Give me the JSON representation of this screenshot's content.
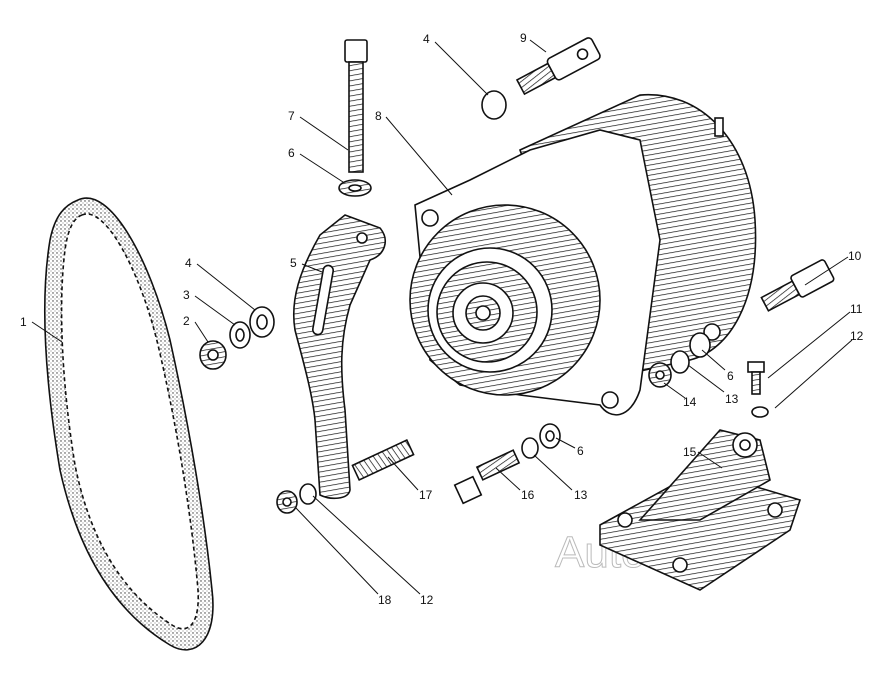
{
  "diagram": {
    "watermark": "AutoSoft",
    "callouts": [
      {
        "id": "c1",
        "label": "1"
      },
      {
        "id": "c2",
        "label": "2"
      },
      {
        "id": "c3",
        "label": "3"
      },
      {
        "id": "c4a",
        "label": "4"
      },
      {
        "id": "c4b",
        "label": "4"
      },
      {
        "id": "c5",
        "label": "5"
      },
      {
        "id": "c6a",
        "label": "6"
      },
      {
        "id": "c6b",
        "label": "6"
      },
      {
        "id": "c6c",
        "label": "6"
      },
      {
        "id": "c7",
        "label": "7"
      },
      {
        "id": "c8",
        "label": "8"
      },
      {
        "id": "c9",
        "label": "9"
      },
      {
        "id": "c10",
        "label": "10"
      },
      {
        "id": "c11",
        "label": "11"
      },
      {
        "id": "c12a",
        "label": "12"
      },
      {
        "id": "c12b",
        "label": "12"
      },
      {
        "id": "c13a",
        "label": "13"
      },
      {
        "id": "c13b",
        "label": "13"
      },
      {
        "id": "c14",
        "label": "14"
      },
      {
        "id": "c15",
        "label": "15"
      },
      {
        "id": "c16",
        "label": "16"
      },
      {
        "id": "c17",
        "label": "17"
      },
      {
        "id": "c18",
        "label": "18"
      }
    ]
  }
}
